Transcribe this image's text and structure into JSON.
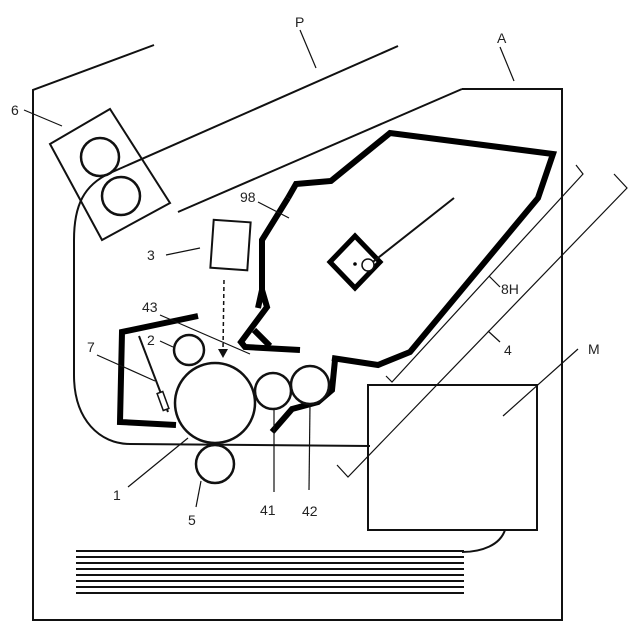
{
  "labels": {
    "P": "P",
    "A": "A",
    "six": "6",
    "ninety_eight": "98",
    "three": "3",
    "forty_three": "43",
    "two": "2",
    "seven": "7",
    "eight_h": "8H",
    "four": "4",
    "M": "M",
    "one": "1",
    "five": "5",
    "forty_one": "41",
    "forty_two": "42"
  },
  "colors": {
    "line": "#000000",
    "background": "#ffffff"
  }
}
